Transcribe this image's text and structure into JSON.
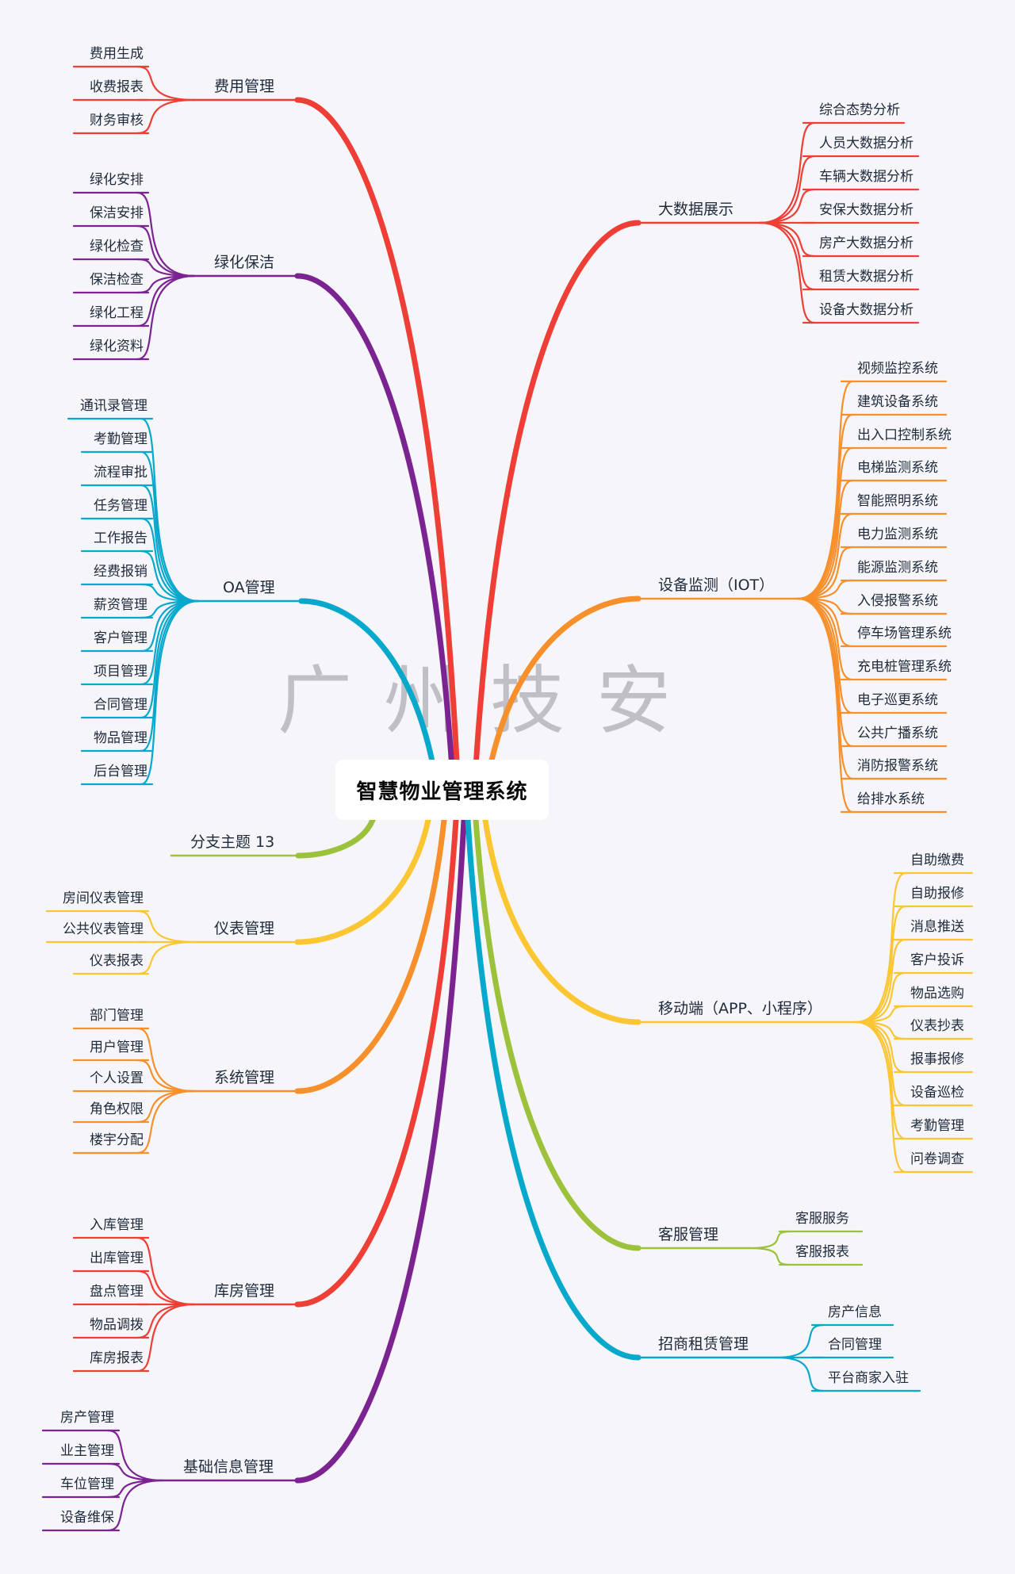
{
  "root": {
    "label": "智慧物业管理系统"
  },
  "watermark": "广州技安",
  "colors": {
    "background": "#f5f5fa",
    "red": "#ee3e36",
    "purple": "#7b2491",
    "cyan": "#06a8cc",
    "green": "#9cc23c",
    "yellow": "#fcc632",
    "orange": "#f7902a"
  },
  "left_branches": [
    {
      "label": "费用管理",
      "color": "red",
      "children": [
        "费用生成",
        "收费报表",
        "财务审核"
      ]
    },
    {
      "label": "绿化保洁",
      "color": "purple",
      "children": [
        "绿化安排",
        "保洁安排",
        "绿化检查",
        "保洁检查",
        "绿化工程",
        "绿化资料"
      ]
    },
    {
      "label": "OA管理",
      "color": "cyan",
      "children": [
        "通讯录管理",
        "考勤管理",
        "流程审批",
        "任务管理",
        "工作报告",
        "经费报销",
        "薪资管理",
        "客户管理",
        "项目管理",
        "合同管理",
        "物品管理",
        "后台管理"
      ]
    },
    {
      "label": "分支主题 13",
      "color": "green",
      "children": []
    },
    {
      "label": "仪表管理",
      "color": "yellow",
      "children": [
        "房间仪表管理",
        "公共仪表管理",
        "仪表报表"
      ]
    },
    {
      "label": "系统管理",
      "color": "orange",
      "children": [
        "部门管理",
        "用户管理",
        "个人设置",
        "角色权限",
        "楼宇分配"
      ]
    },
    {
      "label": "库房管理",
      "color": "red",
      "children": [
        "入库管理",
        "出库管理",
        "盘点管理",
        "物品调拨",
        "库房报表"
      ]
    },
    {
      "label": "基础信息管理",
      "color": "purple",
      "children": [
        "房产管理",
        "业主管理",
        "车位管理",
        "设备维保"
      ]
    }
  ],
  "right_branches": [
    {
      "label": "大数据展示",
      "color": "red",
      "children": [
        "综合态势分析",
        "人员大数据分析",
        "车辆大数据分析",
        "安保大数据分析",
        "房产大数据分析",
        "租赁大数据分析",
        "设备大数据分析"
      ]
    },
    {
      "label": "设备监测（IOT）",
      "color": "orange",
      "children": [
        "视频监控系统",
        "建筑设备系统",
        "出入口控制系统",
        "电梯监测系统",
        "智能照明系统",
        "电力监测系统",
        "能源监测系统",
        "入侵报警系统",
        "停车场管理系统",
        "充电桩管理系统",
        "电子巡更系统",
        "公共广播系统",
        "消防报警系统",
        "给排水系统"
      ]
    },
    {
      "label": "移动端（APP、小程序）",
      "color": "yellow",
      "children": [
        "自助缴费",
        "自助报修",
        "消息推送",
        "客户投诉",
        "物品选购",
        "仪表抄表",
        "报事报修",
        "设备巡检",
        "考勤管理",
        "问卷调查"
      ]
    },
    {
      "label": "客服管理",
      "color": "green",
      "children": [
        "客服服务",
        "客服报表"
      ]
    },
    {
      "label": "招商租赁管理",
      "color": "cyan",
      "children": [
        "房产信息",
        "合同管理",
        "平台商家入驻"
      ]
    }
  ]
}
